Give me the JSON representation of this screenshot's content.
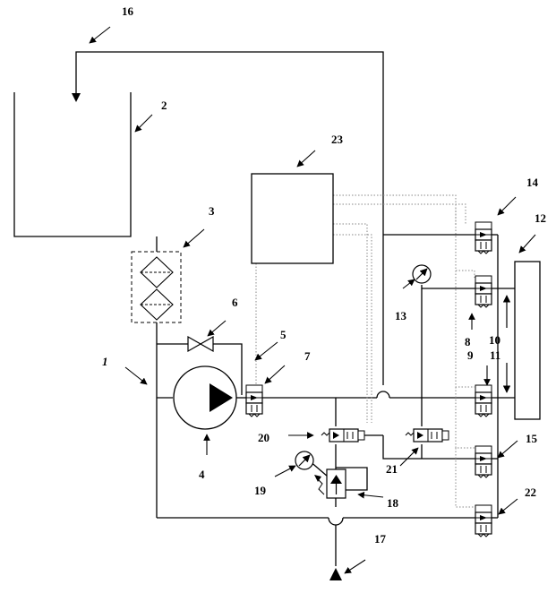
{
  "diagram": {
    "labels": {
      "l1": "1",
      "l2": "2",
      "l3": "3",
      "l4": "4",
      "l5": "5",
      "l6": "6",
      "l7": "7",
      "l8": "8",
      "l9": "9",
      "l10": "10",
      "l11": "11",
      "l12": "12",
      "l13": "13",
      "l14": "14",
      "l15": "15",
      "l16": "16",
      "l17": "17",
      "l18": "18",
      "l19": "19",
      "l20": "20",
      "l21": "21",
      "l22": "22",
      "l23": "23"
    },
    "colors": {
      "line": "#000000",
      "signal": "#888888",
      "background": "#ffffff"
    },
    "components": [
      "tank",
      "filter",
      "pump",
      "bypass-valve",
      "controller",
      "gauge",
      "solenoid-valve",
      "relief-valve",
      "consumer-block"
    ]
  }
}
